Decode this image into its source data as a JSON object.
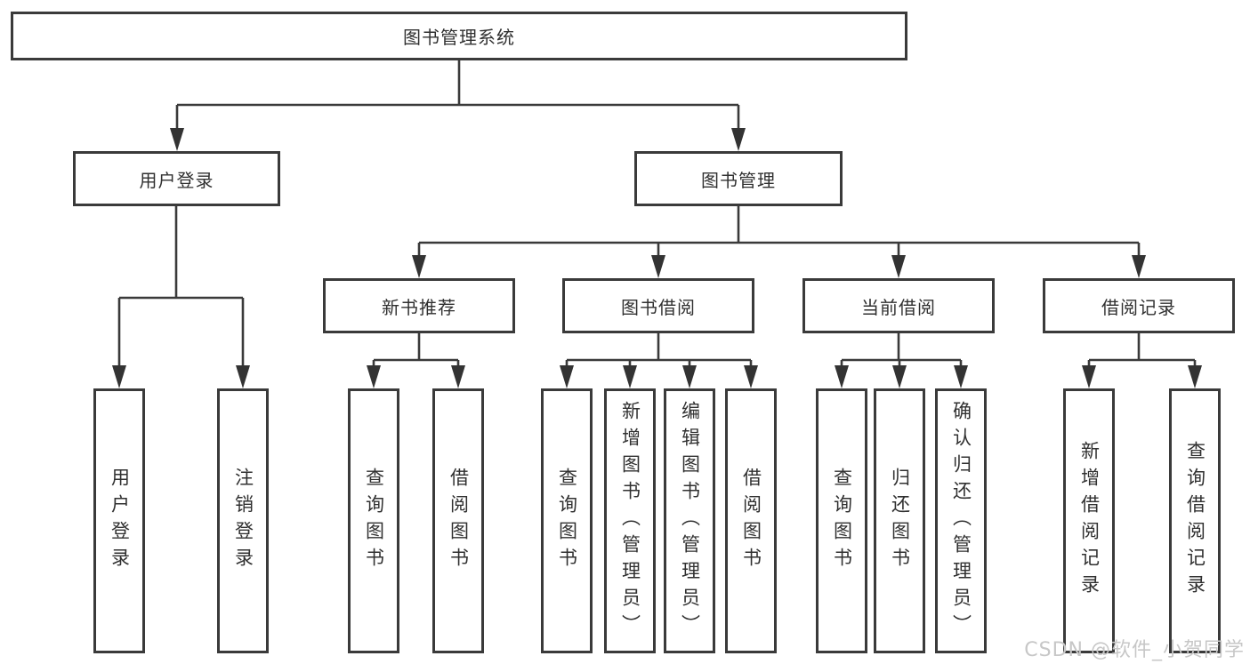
{
  "colors": {
    "line": "#3a3a3a",
    "border": "#3a3a3a",
    "text": "#303030",
    "box_background": "#ffffff",
    "watermark": "#c7c7c7"
  },
  "watermark": "CSDN @软件_小贺同学",
  "tree": {
    "label": "图书管理系统",
    "children": [
      {
        "label": "用户登录",
        "children": [
          {
            "label": "用户登录"
          },
          {
            "label": "注销登录"
          }
        ]
      },
      {
        "label": "图书管理",
        "children": [
          {
            "label": "新书推荐",
            "children": [
              {
                "label": "查询图书"
              },
              {
                "label": "借阅图书"
              }
            ]
          },
          {
            "label": "图书借阅",
            "children": [
              {
                "label": "查询图书"
              },
              {
                "label": "新增图书（管理员）"
              },
              {
                "label": "编辑图书（管理员）"
              },
              {
                "label": "借阅图书"
              }
            ]
          },
          {
            "label": "当前借阅",
            "children": [
              {
                "label": "查询图书"
              },
              {
                "label": "归还图书"
              },
              {
                "label": "确认归还（管理员）"
              }
            ]
          },
          {
            "label": "借阅记录",
            "children": [
              {
                "label": "新增借阅记录"
              },
              {
                "label": "查询借阅记录"
              }
            ]
          }
        ]
      }
    ]
  }
}
